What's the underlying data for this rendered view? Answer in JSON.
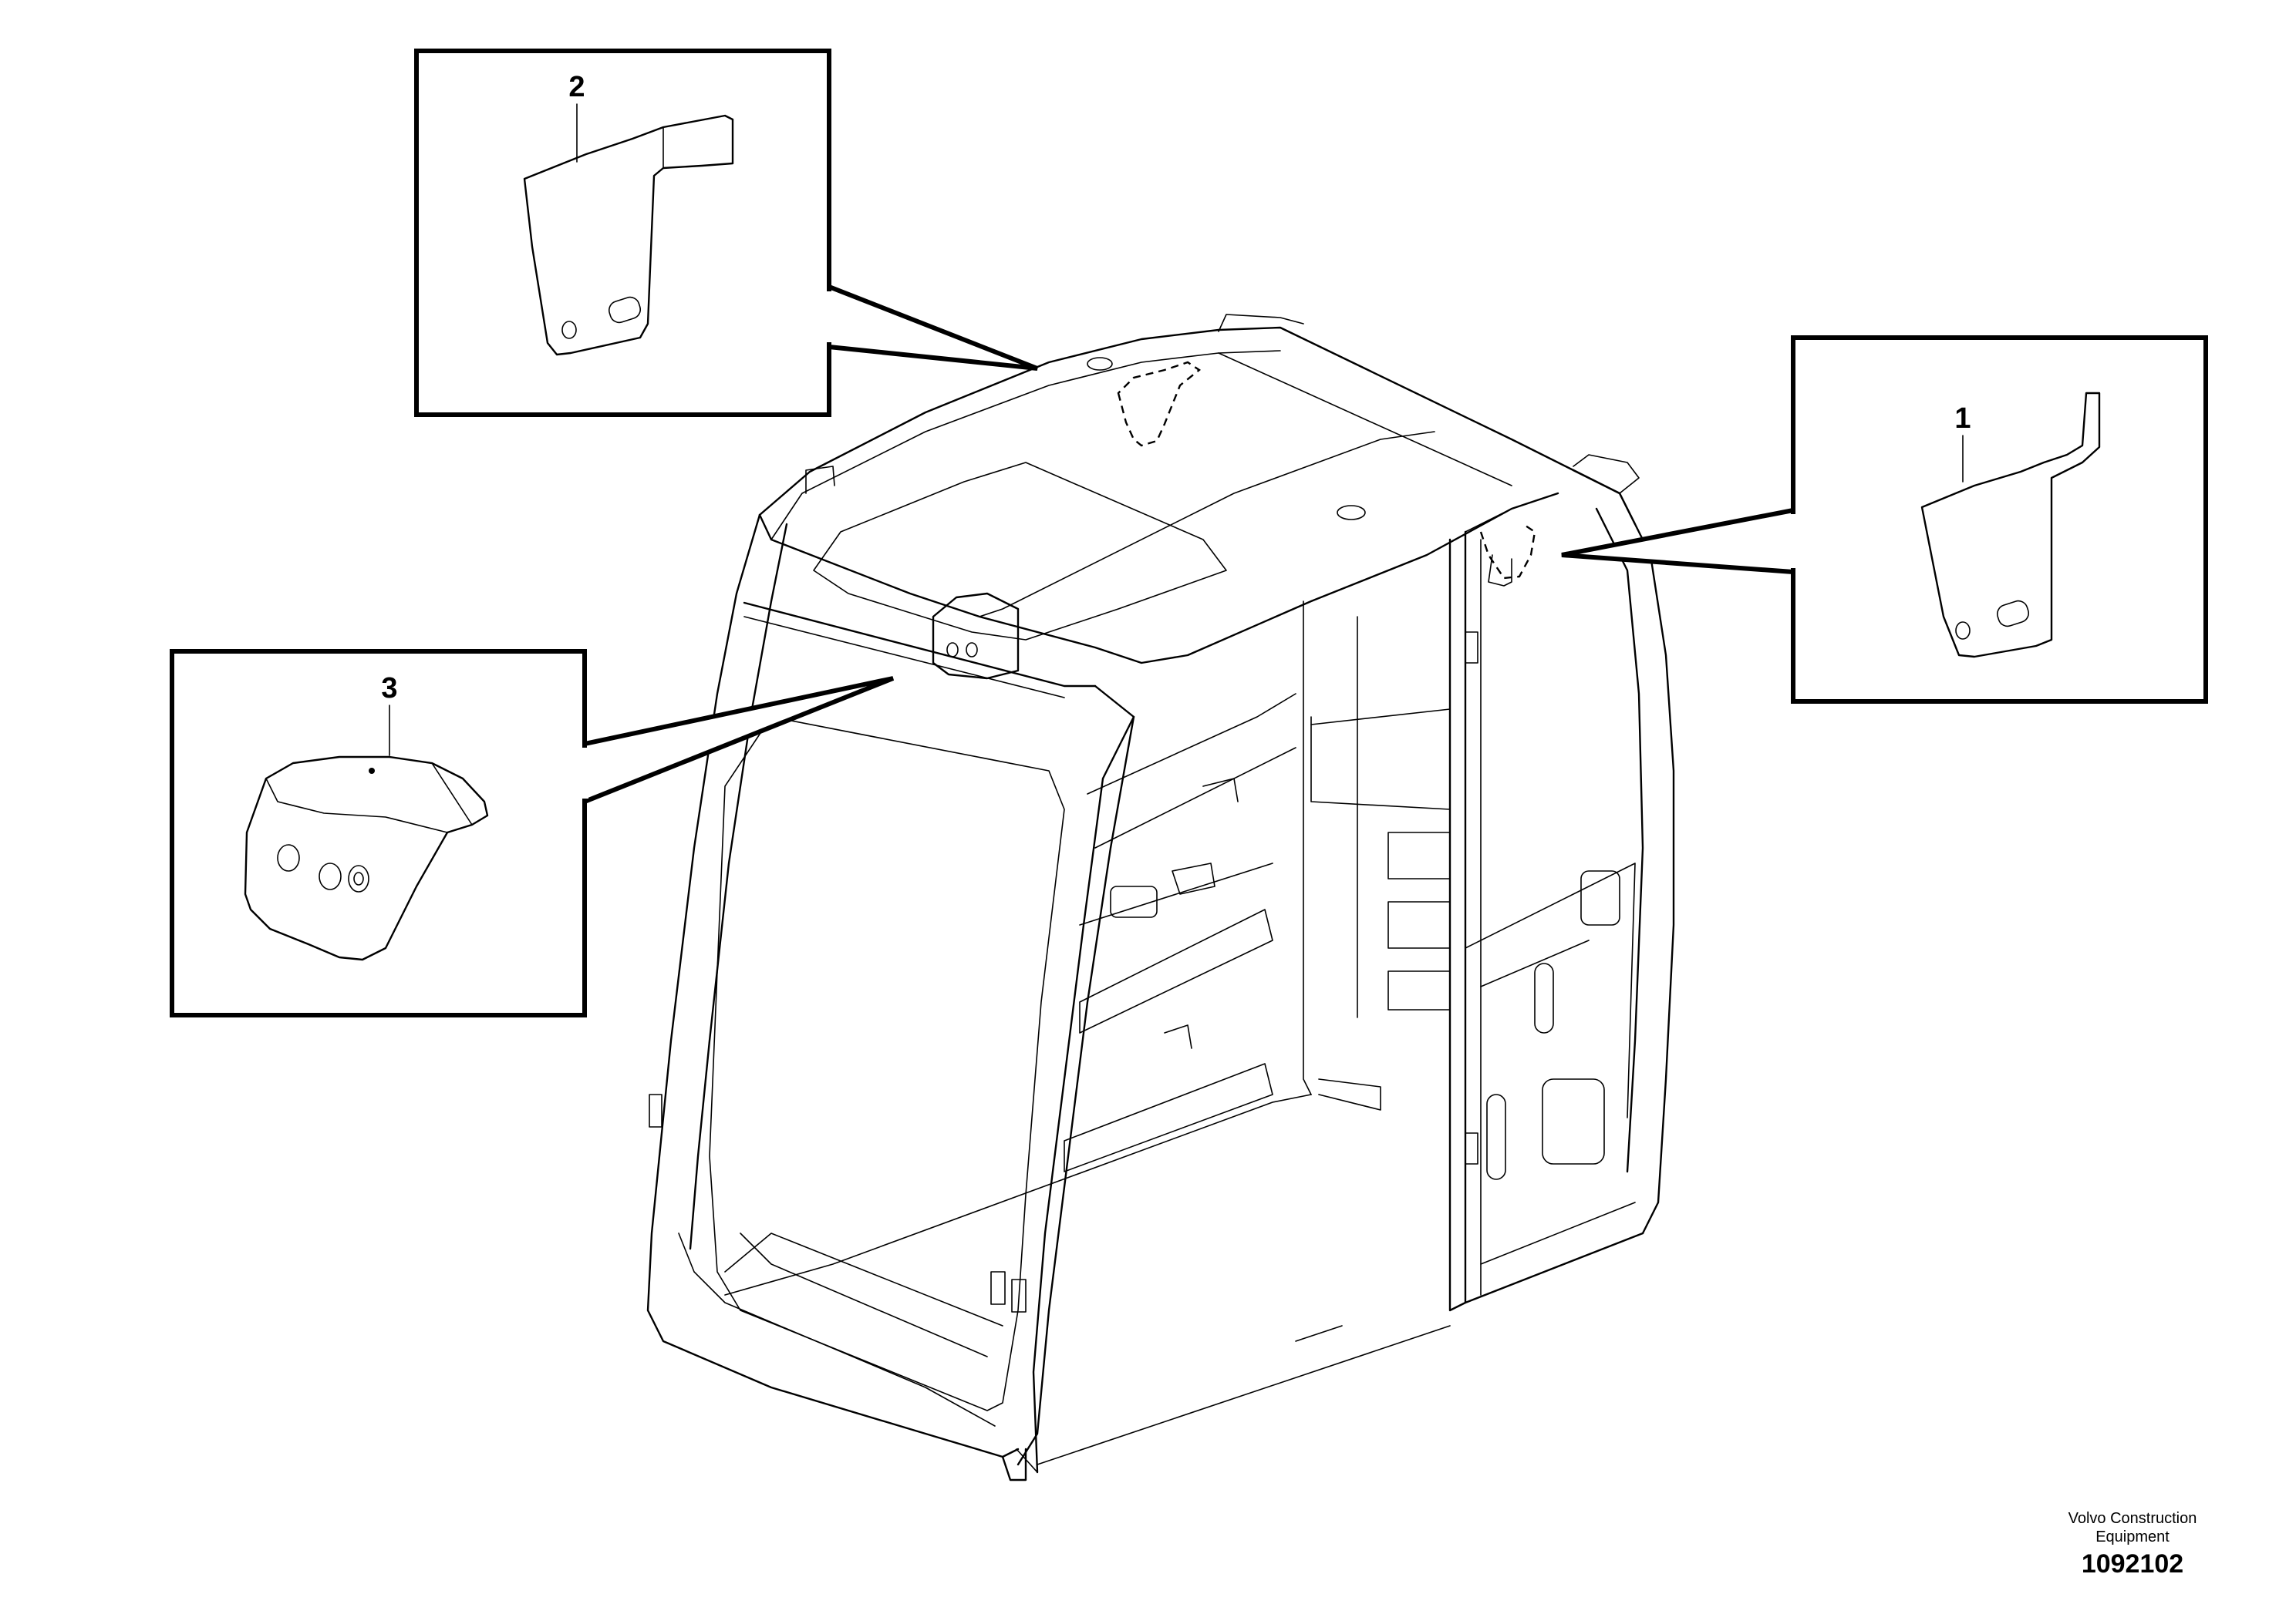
{
  "callouts": [
    {
      "number": "1",
      "part": "bracket-right"
    },
    {
      "number": "2",
      "part": "bracket-top"
    },
    {
      "number": "3",
      "part": "cover-front"
    }
  ],
  "footer": {
    "brand_line1": "Volvo Construction",
    "brand_line2": "Equipment",
    "doc_number": "1092102"
  }
}
